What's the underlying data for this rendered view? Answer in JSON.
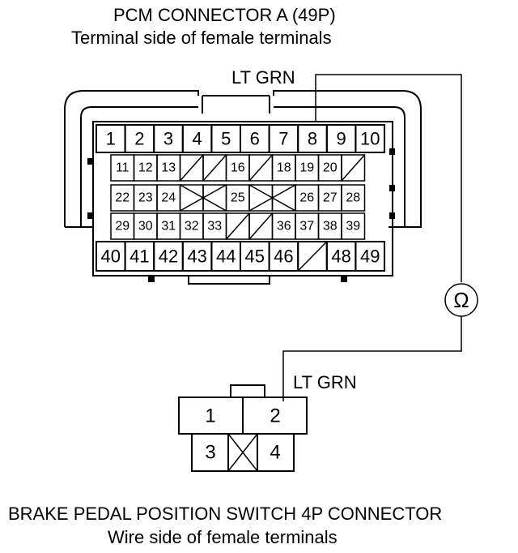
{
  "pcm_connector": {
    "title": "PCM CONNECTOR A (49P)",
    "subtitle": "Terminal side of female terminals",
    "row1": [
      "1",
      "2",
      "3",
      "4",
      "5",
      "6",
      "7",
      "8",
      "9",
      "10"
    ],
    "row2": [
      "11",
      "12",
      "13",
      "",
      "",
      "16",
      "",
      "18",
      "19",
      "20",
      ""
    ],
    "row3": [
      "22",
      "23",
      "24",
      "",
      "",
      "25",
      "",
      "",
      "26",
      "27",
      "28"
    ],
    "row4": [
      "29",
      "30",
      "31",
      "32",
      "33",
      "",
      "",
      "36",
      "37",
      "38",
      "39"
    ],
    "row5": [
      "40",
      "41",
      "42",
      "43",
      "44",
      "45",
      "46",
      "",
      "48",
      "49"
    ]
  },
  "wire_top_label": "LT GRN",
  "wire_bottom_label": "LT GRN",
  "meter_symbol": "Ω",
  "bpp_connector": {
    "title": "BRAKE PEDAL POSITION SWITCH 4P CONNECTOR",
    "subtitle": "Wire side of female terminals",
    "pins": [
      "1",
      "2",
      "3",
      "4"
    ]
  }
}
